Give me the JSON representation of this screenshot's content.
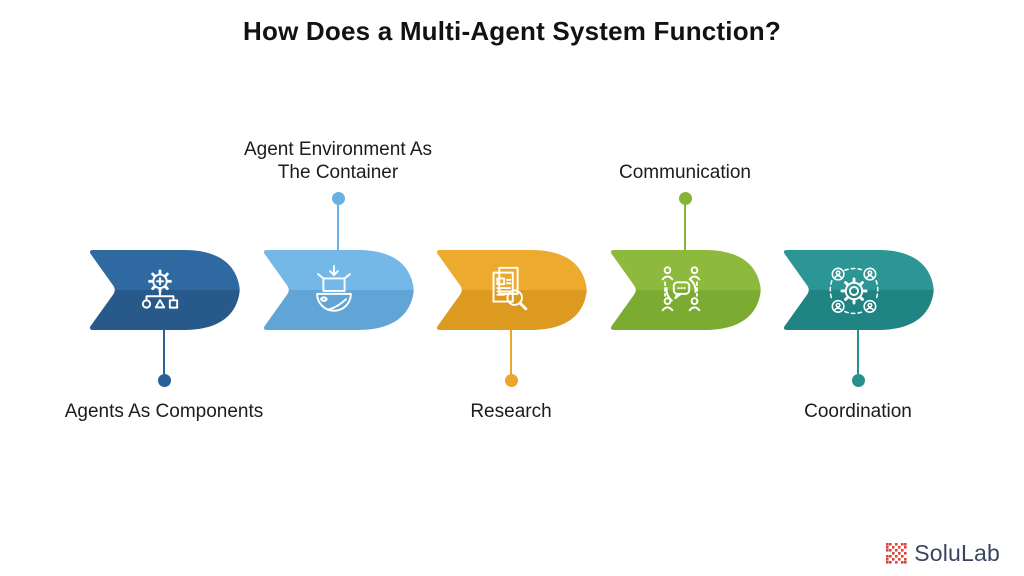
{
  "title": "How Does a Multi-Agent System Function?",
  "steps": [
    {
      "label": "Agents As Components",
      "label_position": "below",
      "icon": "agents-as-components-icon",
      "color_top": "#2e6aa1",
      "color_bottom": "#27598b",
      "accent": "#2a6195"
    },
    {
      "label": "Agent Environment As The Container",
      "label_position": "above",
      "icon": "environment-container-icon",
      "color_top": "#74b8e7",
      "color_bottom": "#60a5d5",
      "accent": "#69b1e2"
    },
    {
      "label": "Research",
      "label_position": "below",
      "icon": "research-icon",
      "color_top": "#ecaa2e",
      "color_bottom": "#dd9a20",
      "accent": "#eea52c"
    },
    {
      "label": "Communication",
      "label_position": "above",
      "icon": "communication-icon",
      "color_top": "#8db93d",
      "color_bottom": "#7cab31",
      "accent": "#85b438"
    },
    {
      "label": "Coordination",
      "label_position": "below",
      "icon": "coordination-icon",
      "color_top": "#2b9693",
      "color_bottom": "#1f8482",
      "accent": "#26908d"
    }
  ],
  "footer": {
    "brand": "SoluLab",
    "logo_color": "#d9453c",
    "text_color": "#3a4660"
  }
}
